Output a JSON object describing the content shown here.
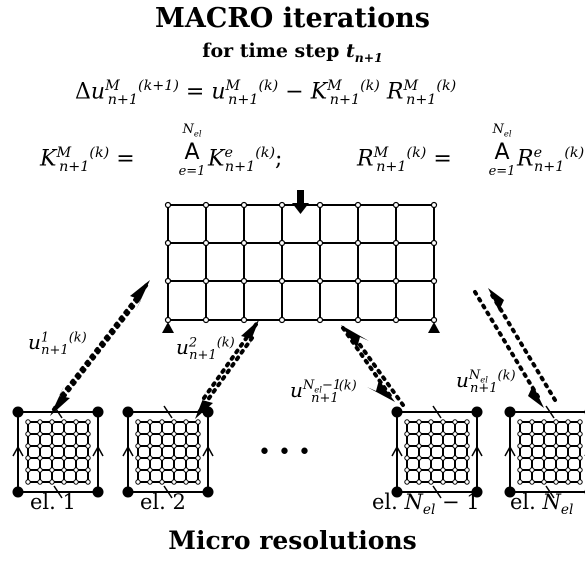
{
  "header": {
    "title": "MACRO iterations",
    "subtitle_prefix": "for time step ",
    "subtitle_var": "t",
    "subtitle_sub": "n+1"
  },
  "equations": {
    "update": {
      "delta": "Δ",
      "u": "u",
      "M": "M",
      "n1": "n+1",
      "k1": "(k+1)",
      "eq": " = ",
      "k": "(k)",
      "minus": " − ",
      "K": "K",
      "R": "R"
    },
    "assembly": {
      "K": "K",
      "R": "R",
      "M": "M",
      "e": "e",
      "n1": "n+1",
      "k": "(k)",
      "eq": " = ",
      "assembly_op": "A",
      "top": "N",
      "top_sub": "el",
      "bottom": "e=1",
      "sep": ";"
    }
  },
  "micro_labels": {
    "u1": {
      "base": "u",
      "sup": "1",
      "sub": "n+1",
      "k": "(k)"
    },
    "u2": {
      "base": "u",
      "sup": "2",
      "sub": "n+1",
      "k": "(k)"
    },
    "u3": {
      "base": "u",
      "sup": "N",
      "sup_sub": "el",
      "sup_tail": "−1",
      "sub": "n+1",
      "k": "(k)"
    },
    "u4": {
      "base": "u",
      "sup": "N",
      "sup_sub": "el",
      "sub": "n+1",
      "k": "(k)"
    }
  },
  "elements": {
    "el1": {
      "prefix": "el. ",
      "num": "1"
    },
    "el2": {
      "prefix": "el. ",
      "num": "2"
    },
    "el3": {
      "prefix": "el. ",
      "var": "N",
      "var_sub": "el",
      "tail": " − 1"
    },
    "el4": {
      "prefix": "el. ",
      "var": "N",
      "var_sub": "el"
    }
  },
  "ellipsis": "•   •   •",
  "footer": {
    "title": "Micro resolutions"
  }
}
